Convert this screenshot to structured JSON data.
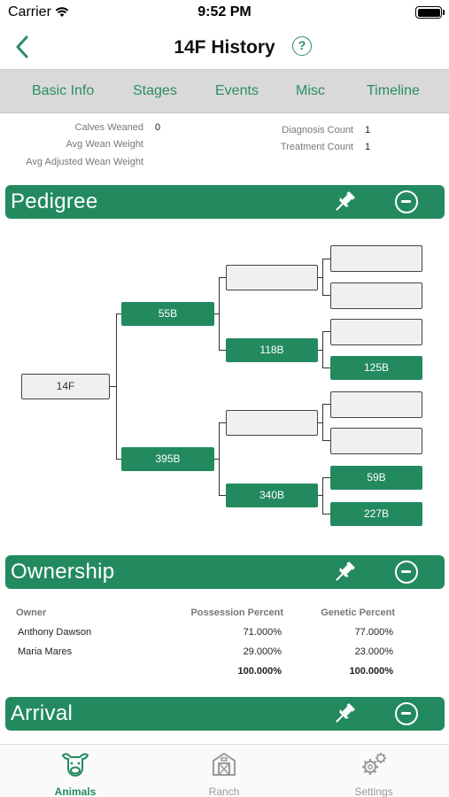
{
  "status_bar": {
    "carrier": "Carrier",
    "time": "9:52 PM"
  },
  "nav": {
    "title": "14F History",
    "help": "?"
  },
  "tabs": [
    {
      "label": "Basic Info"
    },
    {
      "label": "Stages"
    },
    {
      "label": "Events"
    },
    {
      "label": "Misc"
    },
    {
      "label": "Timeline"
    }
  ],
  "stats": {
    "calves_weaned_label": "Calves Weaned",
    "calves_weaned_value": "0",
    "avg_wean_weight_label": "Avg Wean Weight",
    "avg_adj_wean_weight_label": "Avg Adjusted Wean Weight",
    "diagnosis_count_label": "Diagnosis Count",
    "diagnosis_count_value": "1",
    "treatment_count_label": "Treatment Count",
    "treatment_count_value": "1"
  },
  "sections": {
    "pedigree": "Pedigree",
    "ownership": "Ownership",
    "arrival": "Arrival"
  },
  "pedigree": {
    "animal": "14F",
    "sire": "55B",
    "dam": "395B",
    "sire_sire": "",
    "sire_dam": "118B",
    "dam_sire": "",
    "dam_dam": "340B",
    "sire_sire_sire": "",
    "sire_sire_dam": "",
    "sire_dam_sire": "",
    "sire_dam_dam": "125B",
    "dam_sire_sire": "",
    "dam_sire_dam": "",
    "dam_dam_sire": "59B",
    "dam_dam_dam": "227B"
  },
  "ownership": {
    "headers": {
      "owner": "Owner",
      "possession": "Possession Percent",
      "genetic": "Genetic Percent"
    },
    "rows": [
      {
        "owner": "Anthony Dawson",
        "possession": "71.000%",
        "genetic": "77.000%"
      },
      {
        "owner": "Maria Mares",
        "possession": "29.000%",
        "genetic": "23.000%"
      }
    ],
    "totals": {
      "possession": "100.000%",
      "genetic": "100.000%"
    }
  },
  "tab_bar": {
    "items": [
      {
        "label": "Animals",
        "icon": "cow-icon",
        "active": true
      },
      {
        "label": "Ranch",
        "icon": "barn-icon",
        "active": false
      },
      {
        "label": "Settings",
        "icon": "gear-icon",
        "active": false
      }
    ]
  },
  "colors": {
    "accent": "#238a5f",
    "tab_text": "#2a8d62",
    "inactive": "#9a9a9a"
  }
}
